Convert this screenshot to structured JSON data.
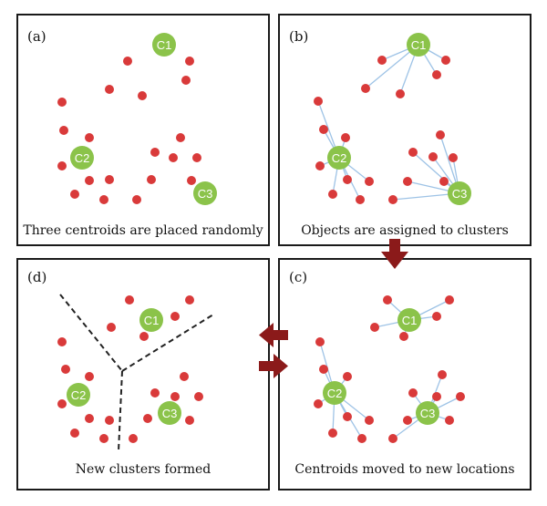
{
  "panels": {
    "a": {
      "label": "(a)",
      "caption": "Three centroids are placed randomly"
    },
    "b": {
      "label": "(b)",
      "caption": "Objects are assigned to clusters"
    },
    "c": {
      "label": "(c)",
      "caption": "Centroids moved to new locations"
    },
    "d": {
      "label": "(d)",
      "caption": "New clusters formed"
    }
  },
  "centroid_labels": [
    "C1",
    "C2",
    "C3"
  ],
  "colors": {
    "point": "#d93a3a",
    "centroid": "#8bc34a",
    "line": "#9ec3e6",
    "boundary": "#222222",
    "arrow": "#8b1a1a"
  }
}
